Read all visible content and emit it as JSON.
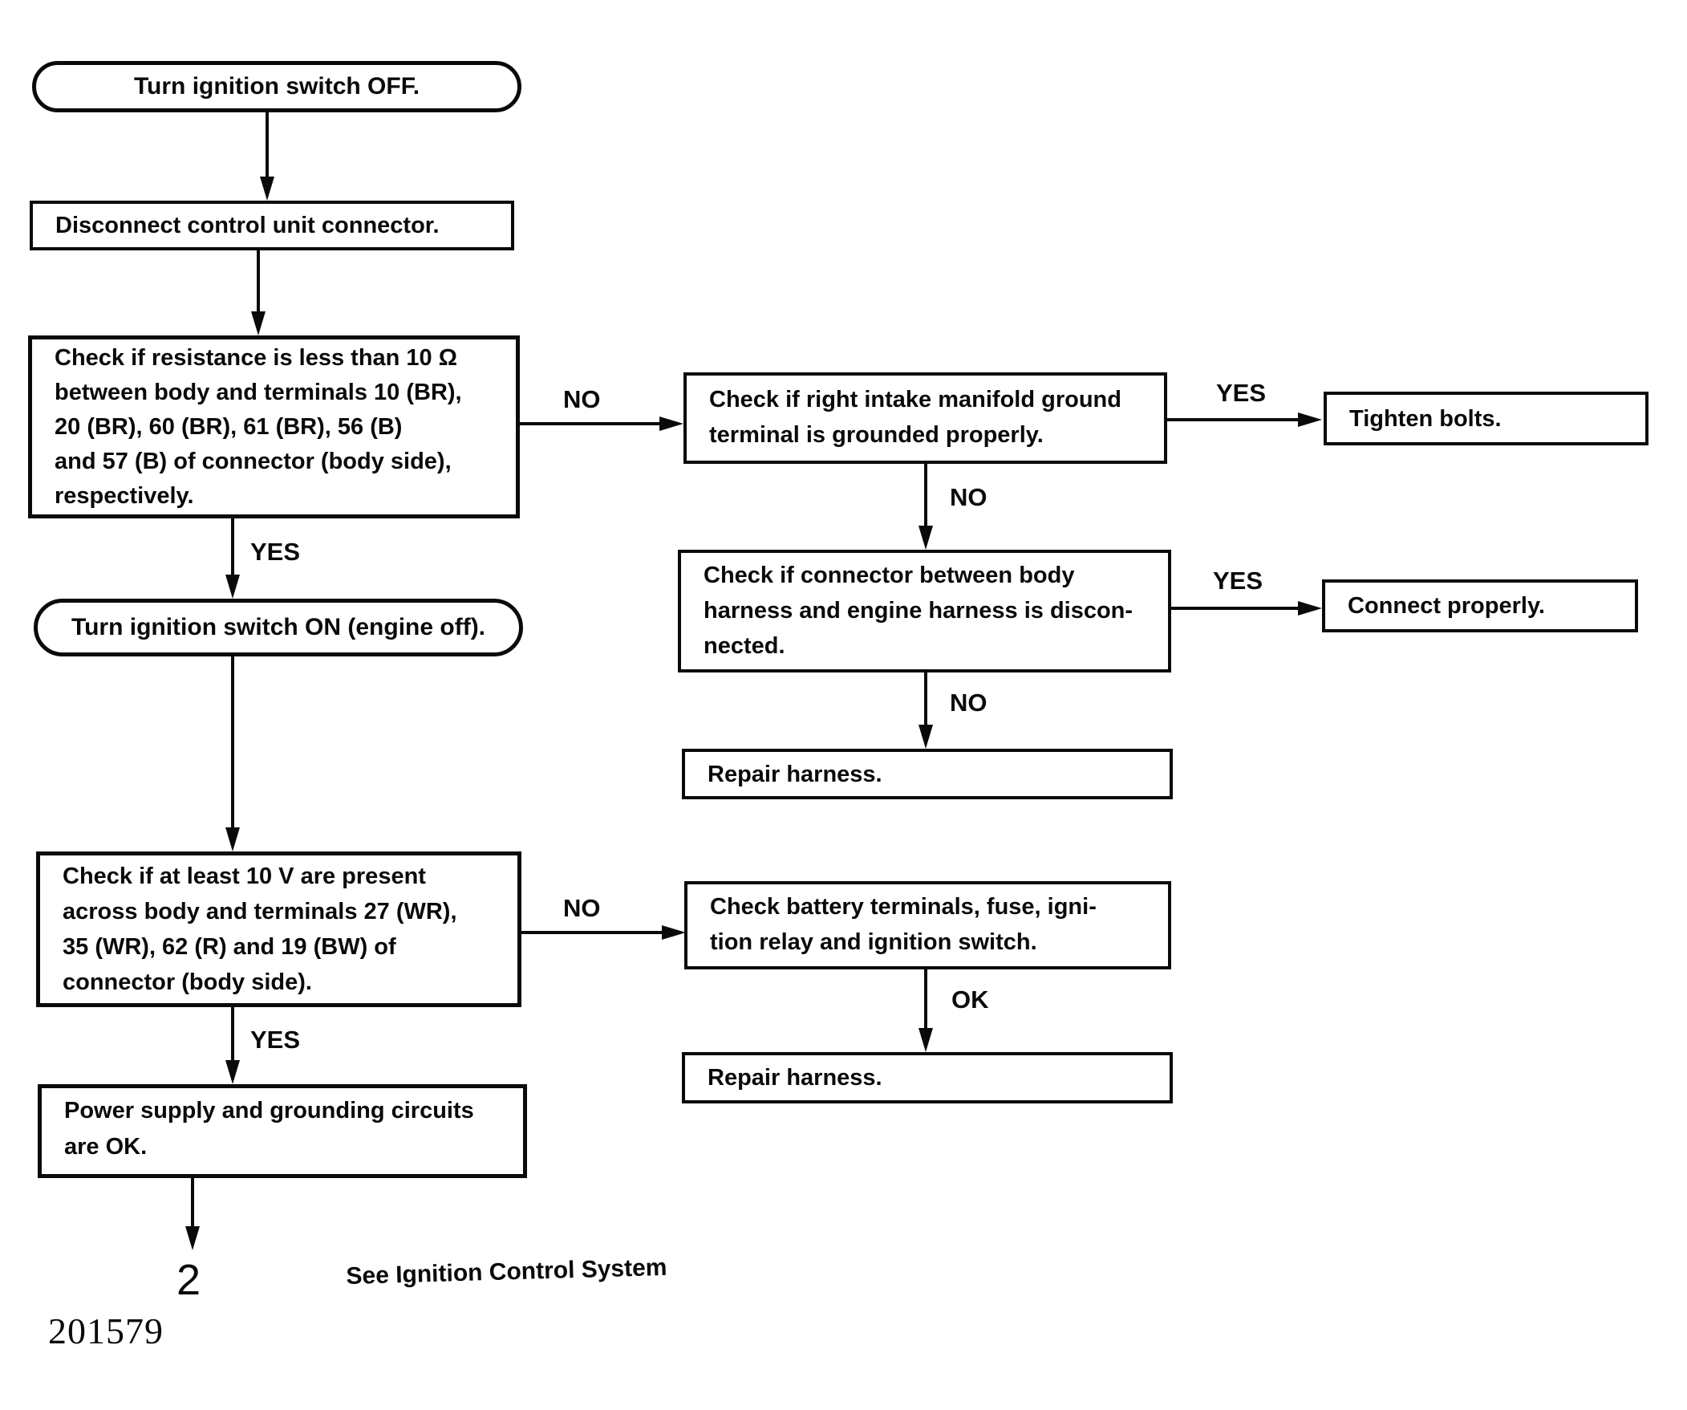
{
  "nodes": {
    "start": {
      "text": "Turn ignition switch OFF."
    },
    "disconnect": {
      "text": "Disconnect control unit connector."
    },
    "resistance_check": {
      "lines": [
        "Check if resistance is less than 10 Ω",
        "between body and terminals 10 (BR),",
        "20 (BR), 60 (BR), 61 (BR), 56 (B)",
        "and 57 (B) of connector (body side),",
        "respectively."
      ]
    },
    "ignition_on": {
      "text": "Turn ignition switch ON (engine off)."
    },
    "voltage_check": {
      "lines": [
        "Check if at least 10 V are present",
        "across body and terminals 27 (WR),",
        "35 (WR), 62 (R) and 19 (BW) of",
        "connector (body side)."
      ]
    },
    "power_ok": {
      "lines": [
        "Power supply and grounding circuits",
        "are OK."
      ]
    },
    "manifold_check": {
      "lines": [
        "Check if right intake manifold ground",
        "terminal is grounded properly."
      ]
    },
    "connector_check": {
      "lines": [
        "Check if connector between body",
        "harness and engine harness is discon-",
        "nected."
      ]
    },
    "repair_harness_1": {
      "text": "Repair harness."
    },
    "battery_check": {
      "lines": [
        "Check battery terminals, fuse, igni-",
        "tion relay and ignition switch."
      ]
    },
    "repair_harness_2": {
      "text": "Repair harness."
    },
    "tighten_bolts": {
      "text": "Tighten bolts."
    },
    "connect_properly": {
      "text": "Connect properly."
    }
  },
  "labels": {
    "no1": "NO",
    "yes1": "YES",
    "no2": "NO",
    "yes2": "YES",
    "no3": "NO",
    "yes_left1": "YES",
    "no4": "NO",
    "ok1": "OK",
    "yes_left2": "YES"
  },
  "footer": {
    "page_ref": "2",
    "note": "See Ignition Control System",
    "doc_number": "201579"
  }
}
